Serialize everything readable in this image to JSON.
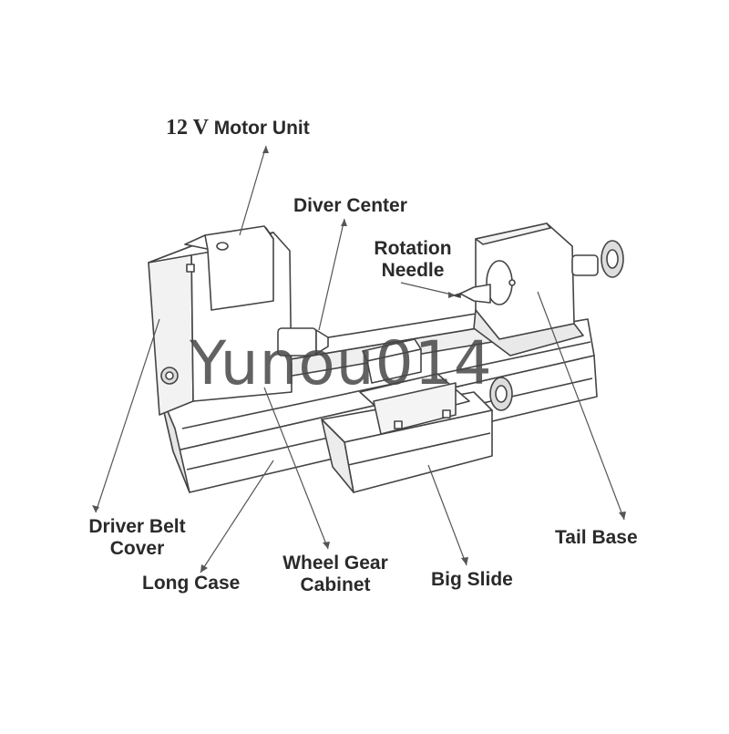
{
  "labels": {
    "motor_unit_prefix": "12 V",
    "motor_unit": "Motor Unit",
    "diver_center": "Diver Center",
    "rotation_needle_line1": "Rotation",
    "rotation_needle_line2": "Needle",
    "driver_belt_cover_line1": "Driver Belt",
    "driver_belt_cover_line2": "Cover",
    "long_case": "Long Case",
    "wheel_gear_cabinet_line1": "Wheel Gear",
    "wheel_gear_cabinet_line2": "Cabinet",
    "big_slide": "Big Slide",
    "tail_base": "Tail Base"
  },
  "watermark": "Yunou014",
  "colors": {
    "line": "#444444",
    "fill": "#ffffff",
    "shade": "#dcdcdc",
    "text": "#2a2a2a"
  }
}
